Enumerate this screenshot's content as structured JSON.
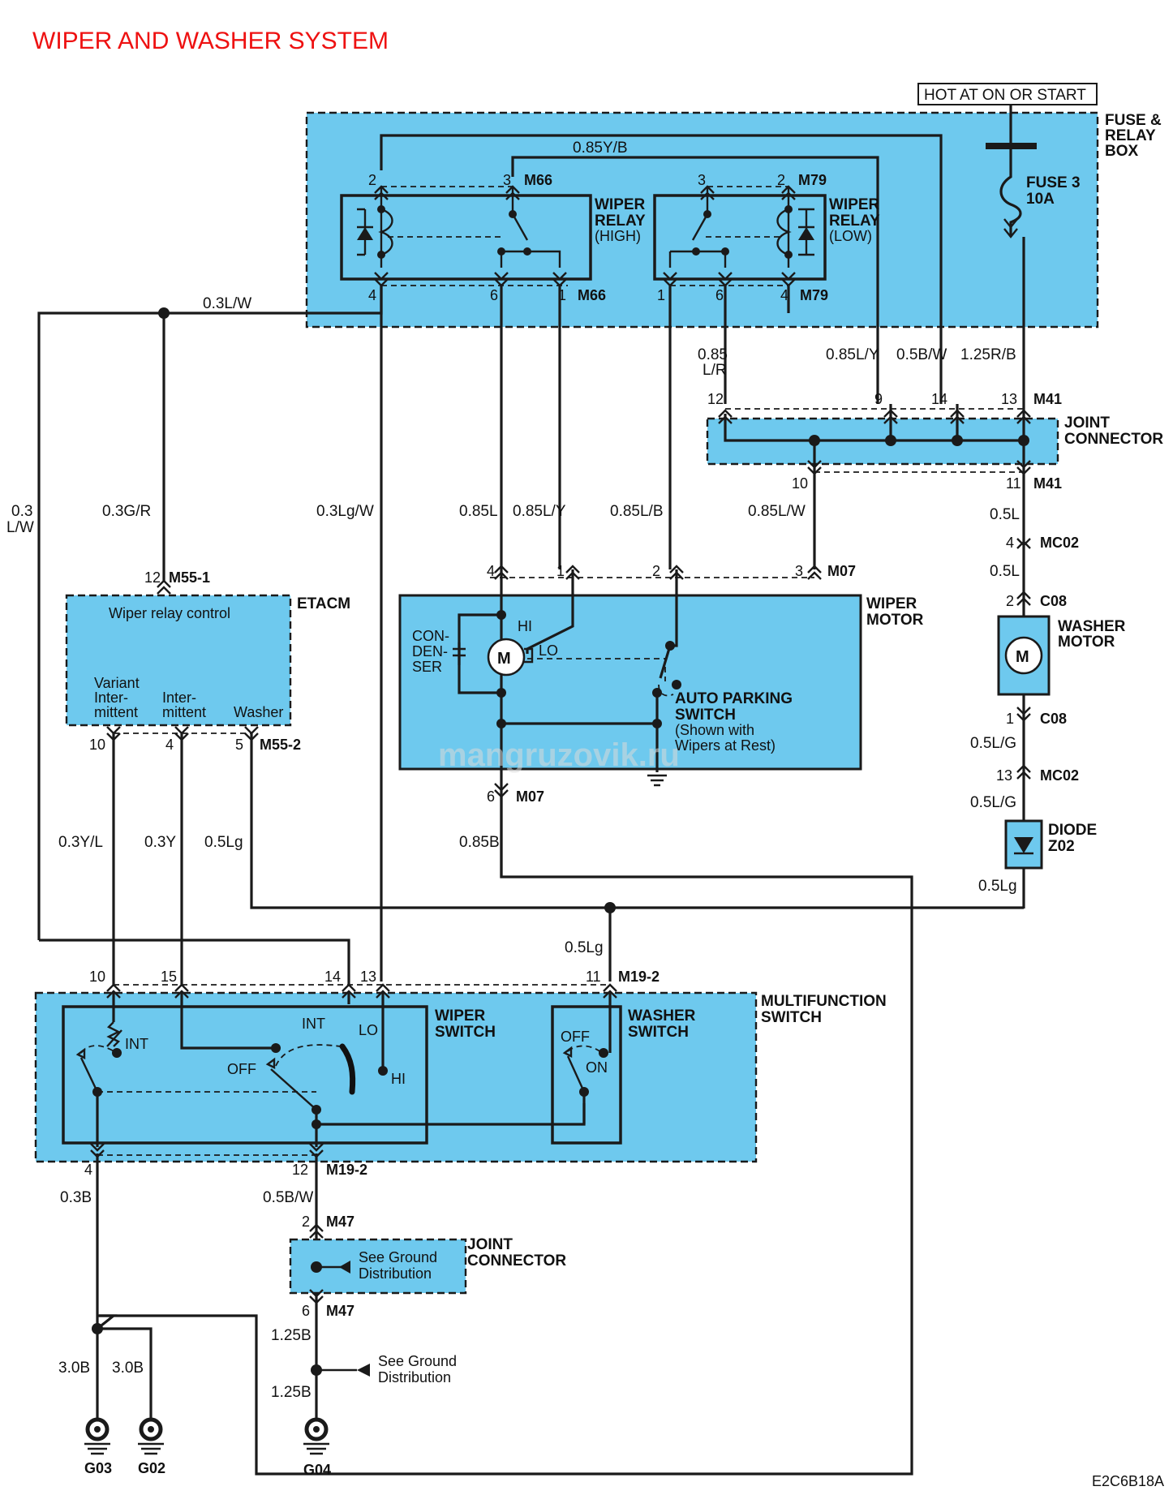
{
  "title": "WIPER AND WASHER SYSTEM",
  "doc_code": "E2C6B18A",
  "watermark": "mangruzovik.ru",
  "power": "HOT AT ON OR START",
  "components": {
    "fuse_box_l1": "FUSE &",
    "fuse_box_l2": "RELAY",
    "fuse_box_l3": "BOX",
    "fuse_l1": "FUSE 3",
    "fuse_l2": "10A",
    "relay_high_l1": "WIPER",
    "relay_high_l2": "RELAY",
    "relay_high_l3": "(HIGH)",
    "relay_low_l1": "WIPER",
    "relay_low_l2": "RELAY",
    "relay_low_l3": "(LOW)",
    "joint_l1": "JOINT",
    "joint_l2": "CONNECTOR",
    "etacm": "ETACM",
    "etacm_func": "Wiper  relay control",
    "etacm_variant_l1": "Variant",
    "etacm_variant_l2": "Inter-",
    "etacm_variant_l3": "mittent",
    "etacm_inter_l1": "Inter-",
    "etacm_inter_l2": "mittent",
    "etacm_washer": "Washer",
    "wiper_motor_l1": "WIPER",
    "wiper_motor_l2": "MOTOR",
    "condenser_l1": "CON-",
    "condenser_l2": "DEN-",
    "condenser_l3": "SER",
    "motor_m": "M",
    "motor_hi": "HI",
    "motor_lo": "LO",
    "auto_park_l1": "AUTO PARKING",
    "auto_park_l2": "SWITCH",
    "auto_park_l3": "(Shown with",
    "auto_park_l4": "Wipers at Rest)",
    "washer_motor_l1": "WASHER",
    "washer_motor_l2": "MOTOR",
    "diode_l1": "DIODE",
    "diode_l2": "Z02",
    "multifunction_l1": "MULTIFUNCTION",
    "multifunction_l2": "SWITCH",
    "wiper_switch_l1": "WIPER",
    "wiper_switch_l2": "SWITCH",
    "washer_switch_l1": "WASHER",
    "washer_switch_l2": "SWITCH",
    "sw_int": "INT",
    "sw_int2": "INT",
    "sw_lo": "LO",
    "sw_off": "OFF",
    "sw_hi": "HI",
    "ws_off": "OFF",
    "ws_on": "ON",
    "gnd_note_l1": "See Ground",
    "gnd_note_l2": "Distribution",
    "gnd_note2_l1": "See Ground",
    "gnd_note2_l2": "Distribution"
  },
  "connectors": {
    "m66_top": "M66",
    "m79_top": "M79",
    "m66_bot": "M66",
    "m79_bot": "M79",
    "m41_top": "M41",
    "m41_bot": "M41",
    "mc02_a": "MC02",
    "c08_a": "C08",
    "c08_b": "C08",
    "mc02_b": "MC02",
    "m07_top": "M07",
    "m07_bot": "M07",
    "m55_1": "M55-1",
    "m55_2": "M55-2",
    "m19_2_top": "M19-2",
    "m19_2_bot": "M19-2",
    "m47_top": "M47",
    "m47_bot": "M47"
  },
  "grounds": {
    "g03": "G03",
    "g02": "G02",
    "g04": "G04"
  },
  "wires": {
    "w_085yb": "0.85Y/B",
    "w_03lw_top": "0.3L/W",
    "w_085lr_1": "0.85",
    "w_085lr_2": "L/R",
    "w_085ly_top": "0.85L/Y",
    "w_05bw_top": "0.5B/W",
    "w_125rb": "1.25R/B",
    "w_03lw_side_1": "0.3",
    "w_03lw_side_2": "L/W",
    "w_03gr": "0.3G/R",
    "w_03lgw": "0.3Lg/W",
    "w_085l": "0.85L",
    "w_085ly": "0.85L/Y",
    "w_085lb": "0.85L/B",
    "w_085lw": "0.85L/W",
    "w_05l_1": "0.5L",
    "w_05l_2": "0.5L",
    "w_05lg_1": "0.5L/G",
    "w_05lg_2": "0.5L/G",
    "w_05lg_d": "0.5Lg",
    "w_03yl": "0.3Y/L",
    "w_03y": "0.3Y",
    "w_05lg_e": "0.5Lg",
    "w_085b": "0.85B",
    "w_05lg_mid": "0.5Lg",
    "w_03b": "0.3B",
    "w_05bw": "0.5B/W",
    "w_30b_1": "3.0B",
    "w_30b_2": "3.0B",
    "w_125b_1": "1.25B",
    "w_125b_2": "1.25B"
  },
  "pins": {
    "p_h2": "2",
    "p_h3": "3",
    "p_l3": "3",
    "p_l2": "2",
    "p_h4": "4",
    "p_h6": "6",
    "p_h1": "1",
    "p_l1": "1",
    "p_l6": "6",
    "p_l4": "4",
    "p_j12": "12",
    "p_j9": "9",
    "p_j14": "14",
    "p_j13": "13",
    "p_j10": "10",
    "p_j11": "11",
    "p_mc4": "4",
    "p_c2": "2",
    "p_c1": "1",
    "p_mc13": "13",
    "p_m4": "4",
    "p_m1": "1",
    "p_m2": "2",
    "p_m3": "3",
    "p_m6": "6",
    "p_e12": "12",
    "p_e10": "10",
    "p_e4": "4",
    "p_e5": "5",
    "p_s10": "10",
    "p_s15": "15",
    "p_s14": "14",
    "p_s13": "13",
    "p_s11": "11",
    "p_s4": "4",
    "p_s12": "12",
    "p_g2": "2",
    "p_g6": "6"
  },
  "colors": {
    "title": "#ee1111",
    "fill": "#6ec9ee",
    "line": "#1a1a1a",
    "watermark": "#d9d9d9"
  }
}
